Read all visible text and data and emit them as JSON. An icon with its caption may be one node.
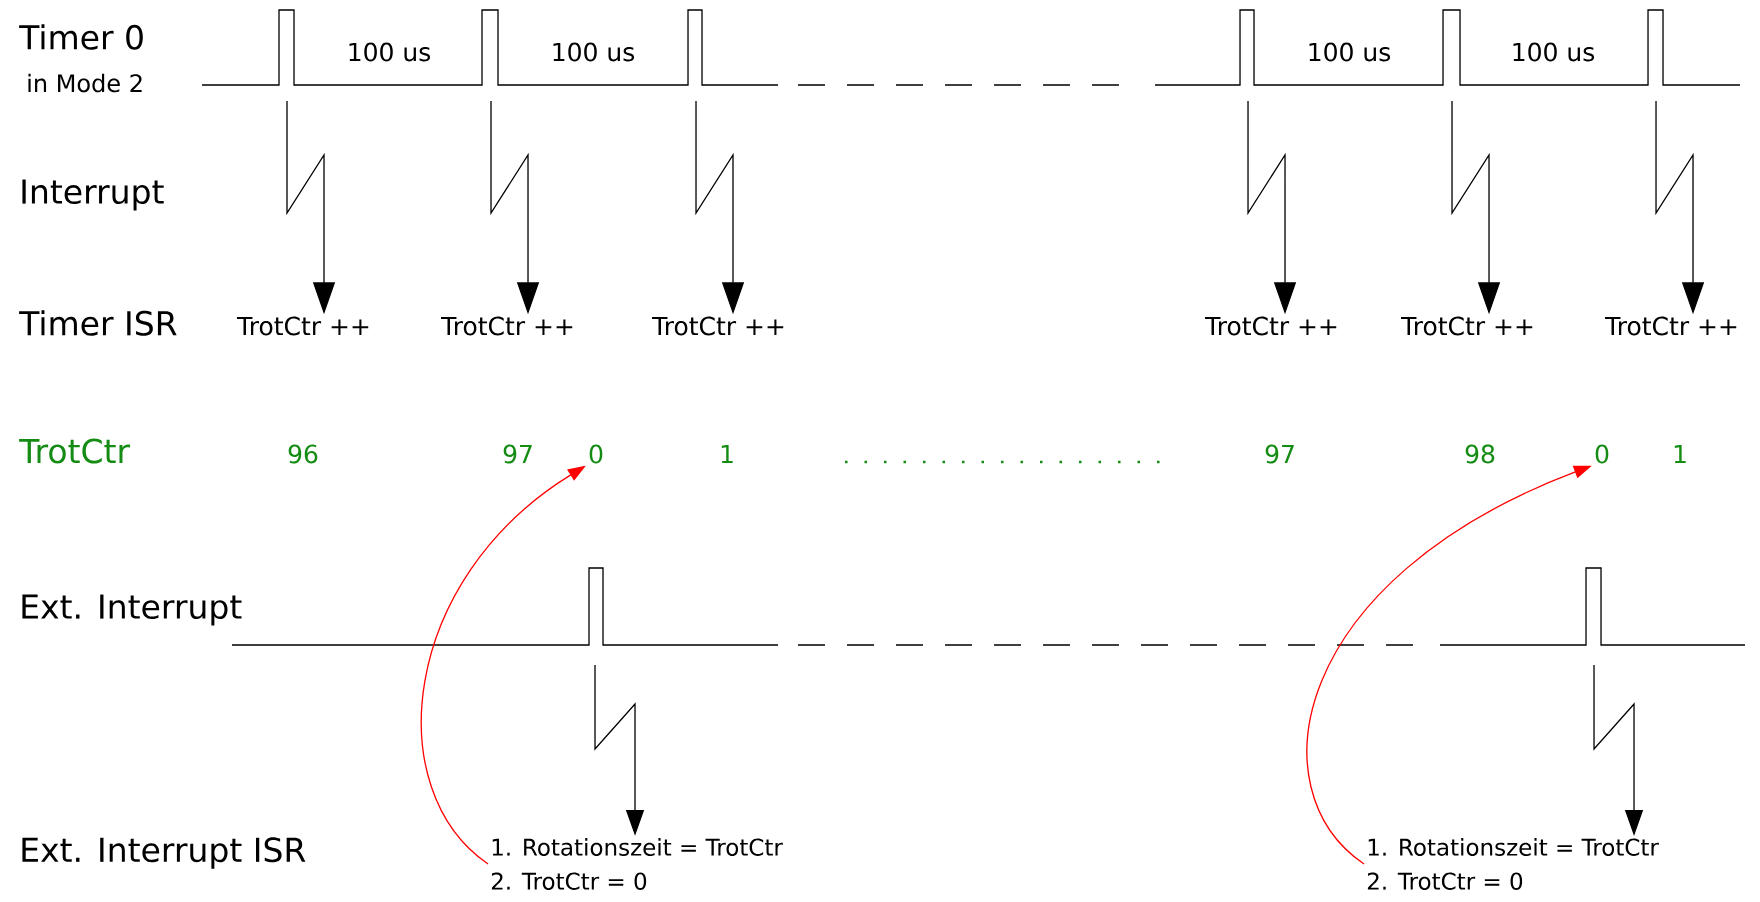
{
  "diagram": {
    "nodes": [
      {
        "text": [
          "TrotCtr ++"
        ]
      },
      {
        "text": [
          "TrotCtr ++"
        ]
      },
      {
        "text": [
          "TrotCtr ++"
        ]
      },
      {
        "text": [
          "TrotCtr ++"
        ]
      },
      {
        "text": [
          "TrotCtr ++"
        ]
      },
      {
        "text": [
          "TrotCtr ++"
        ]
      },
      {
        "text": [
          "0"
        ]
      },
      {
        "text": [
          "0"
        ]
      },
      {
        "text": [
          "1. Rotationszeit = TrotCtr",
          "2. TrotCtr = 0"
        ]
      },
      {
        "text": [
          "1. Rotationszeit = TrotCtr",
          "2. TrotCtr = 0"
        ]
      }
    ],
    "edges": [
      {
        "from": null,
        "to": 0,
        "arrow": "to"
      },
      {
        "from": null,
        "to": 1,
        "arrow": "to"
      },
      {
        "from": null,
        "to": 2,
        "arrow": "to"
      },
      {
        "from": null,
        "to": 3,
        "arrow": "to"
      },
      {
        "from": null,
        "to": 4,
        "arrow": "to"
      },
      {
        "from": null,
        "to": 5,
        "arrow": "to"
      },
      {
        "from": null,
        "to": 8,
        "arrow": "to"
      },
      {
        "from": null,
        "to": 9,
        "arrow": "to"
      },
      {
        "from": 8,
        "to": 6,
        "arrow": "to",
        "color": "#ff0000"
      },
      {
        "from": 9,
        "to": 7,
        "arrow": "to",
        "color": "#ff0000"
      }
    ],
    "labels": [
      "Timer 0",
      "in Mode 2",
      "100 us",
      "100 us",
      "100 us",
      "100 us",
      "Interrupt",
      "Timer ISR",
      "TrotCtr",
      "96",
      "97",
      "1",
      "97",
      "98",
      "1",
      "Ext. Interrupt",
      "Ext. Interrupt ISR"
    ]
  }
}
